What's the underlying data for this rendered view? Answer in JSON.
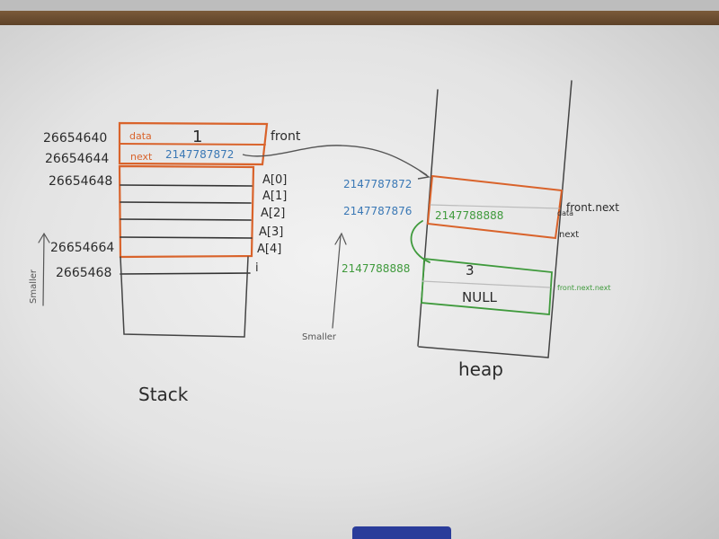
{
  "stack": {
    "label": "Stack",
    "addresses": [
      "26654640",
      "26654644",
      "26654648",
      "26654664",
      "2665468"
    ],
    "front_cell": {
      "data_label": "data",
      "data_value": "1",
      "next_label": "next",
      "next_value": "2147787872"
    },
    "front_label": "front",
    "array_labels": [
      "A[0]",
      "A[1]",
      "A[2]",
      "A[3]",
      "A[4]"
    ],
    "i_label": "i",
    "smaller_label": "Smaller"
  },
  "heap": {
    "label": "heap",
    "addresses": [
      "2147787872",
      "2147787876",
      "2147788888"
    ],
    "next_value": "2147788888",
    "node2_value": "3",
    "node2_next": "NULL",
    "labels": [
      "front.next",
      "data",
      "next",
      "front.next.next"
    ],
    "smaller_label": "Smaller"
  },
  "colors": {
    "orange": "#d9632b",
    "blue": "#3a78b5",
    "green": "#3f9a3c",
    "black": "#2b2b2b"
  }
}
